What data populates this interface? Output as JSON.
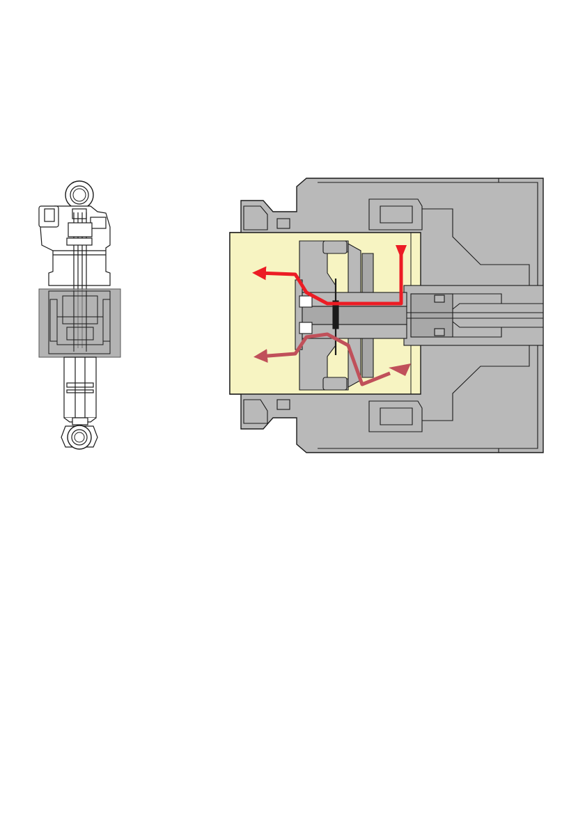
{
  "colors": {
    "background": "#ffffff",
    "body_gray": "#b9b9b9",
    "body_gray_dark": "#a8a8a8",
    "outline": "#1a1a1a",
    "oil_yellow": "#f7f4c2",
    "flow_red": "#ec1c24",
    "flow_dark_red": "#c0505a",
    "highlight_box": "#6e6e6e"
  },
  "icons": {
    "overview": "rear-shock-overview-icon",
    "arrows": "flow-arrow-icon"
  },
  "diagram": {
    "title": "",
    "views": [
      "rear-shock-overview",
      "damper-piston-cross-section"
    ],
    "flow_paths": [
      "compression-flow-path",
      "rebound-flow-path"
    ]
  }
}
